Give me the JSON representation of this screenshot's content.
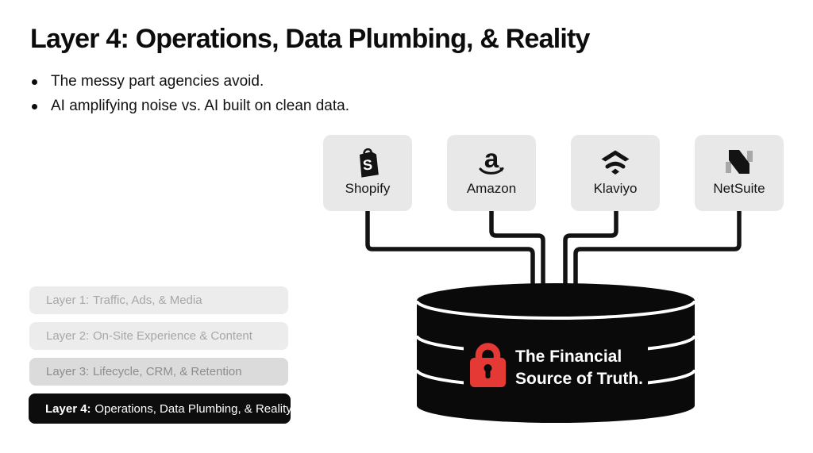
{
  "slide": {
    "title": "Layer 4: Operations, Data Plumbing, & Reality",
    "bullets": [
      "The messy part agencies avoid.",
      "AI amplifying noise vs. AI built on clean data."
    ]
  },
  "sources": [
    {
      "name": "Shopify",
      "icon": "shopify-bag-icon",
      "letter": "S"
    },
    {
      "name": "Amazon",
      "icon": "amazon-smile-icon",
      "letter": "a"
    },
    {
      "name": "Klaviyo",
      "icon": "klaviyo-signal-icon"
    },
    {
      "name": "NetSuite",
      "icon": "netsuite-n-icon"
    }
  ],
  "database": {
    "icon": "red-padlock-icon",
    "line1": "The Financial",
    "line2": "Source of Truth."
  },
  "layers": [
    {
      "prefix": "Layer 1:",
      "text": "Traffic, Ads, & Media",
      "state": "inactive"
    },
    {
      "prefix": "Layer 2:",
      "text": "On-Site Experience & Content",
      "state": "inactive"
    },
    {
      "prefix": "Layer 3:",
      "text": "Lifecycle, CRM, & Retention",
      "state": "muted"
    },
    {
      "prefix": "Layer 4:",
      "text": "Operations, Data Plumbing, & Reality",
      "state": "active"
    }
  ],
  "colors": {
    "lock_red": "#e53935",
    "cylinder_black": "#0a0a0a",
    "connector_black": "#131313",
    "box_gray": "#e8e8e8",
    "row_gray": "#ececec",
    "row_gray_dark": "#dbdbdb",
    "active_black": "#0d0d0d"
  }
}
